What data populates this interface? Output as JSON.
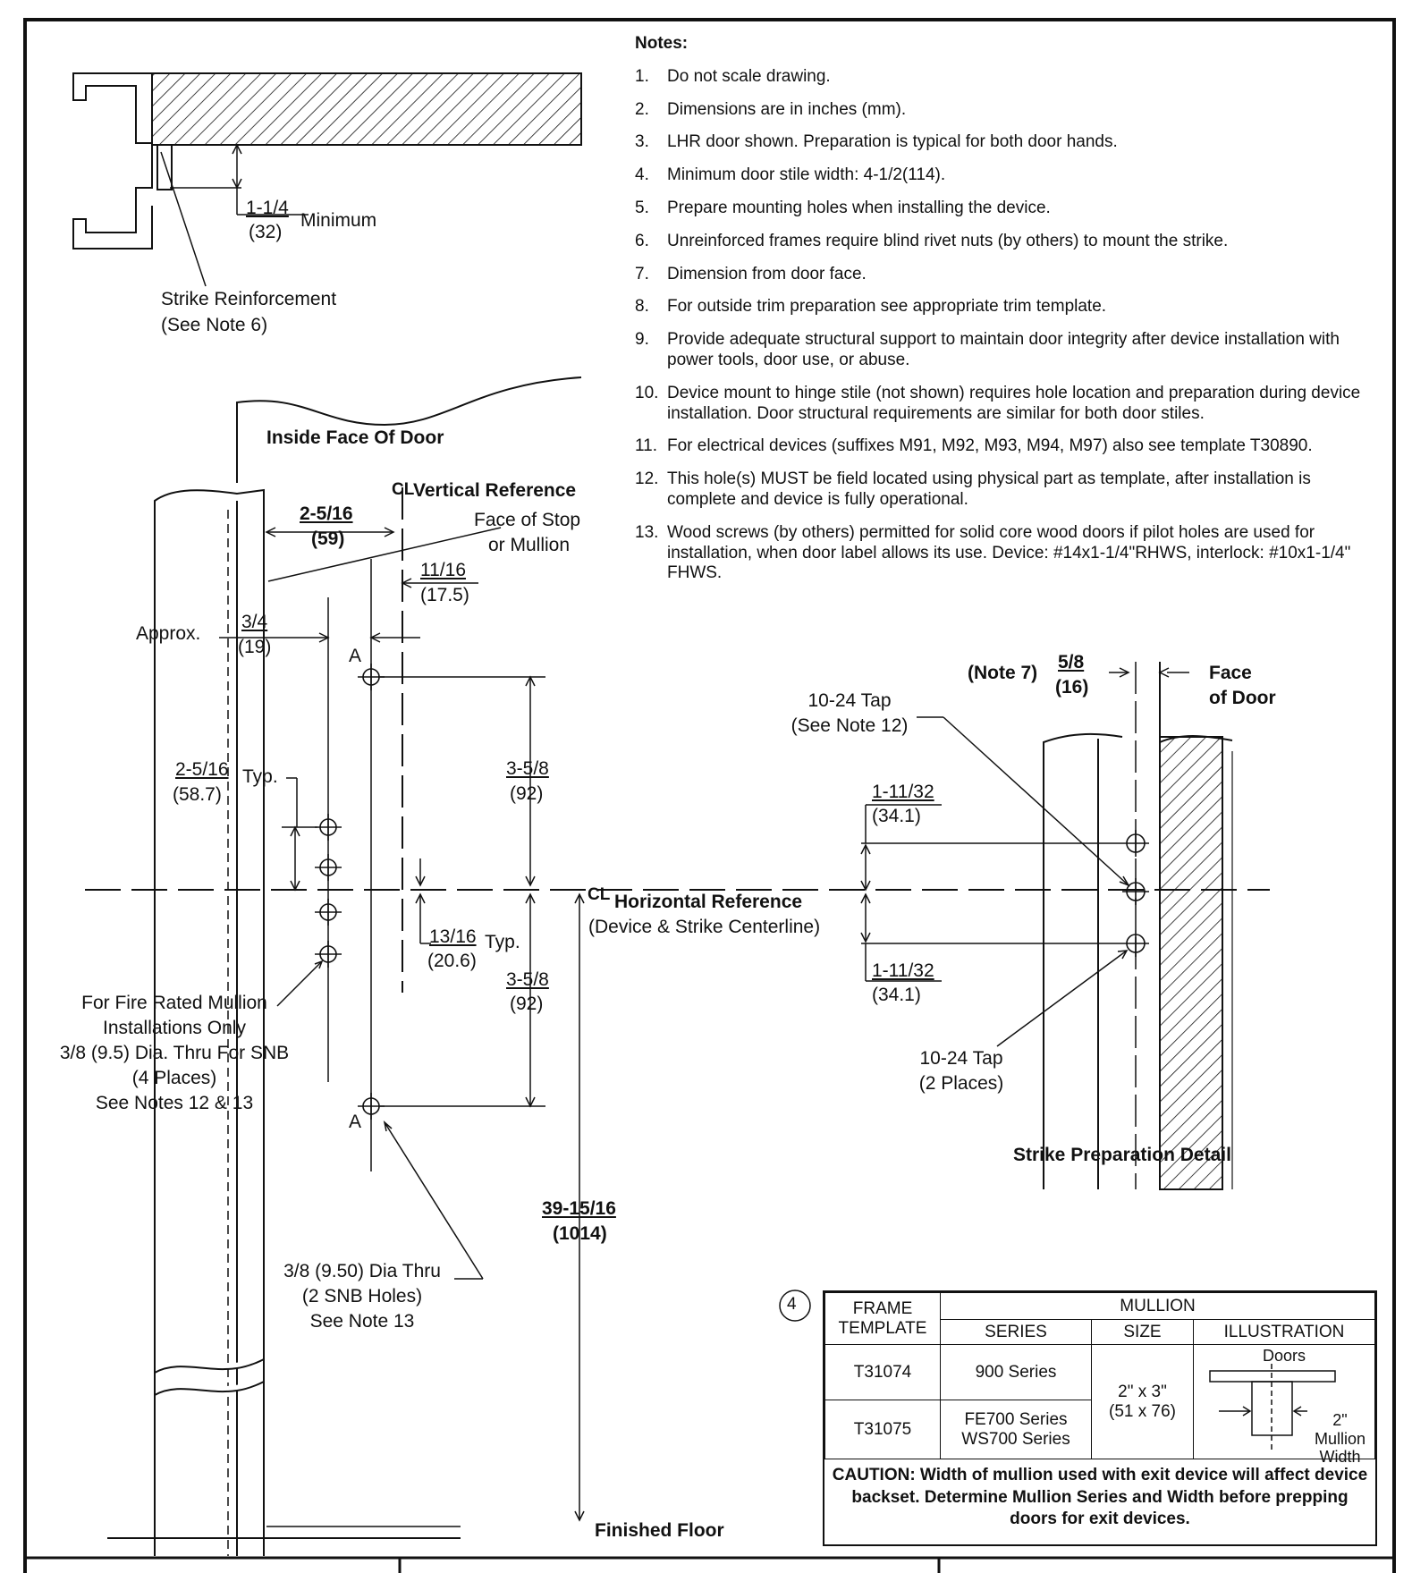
{
  "reinforcement": {
    "dim_in": "1-1/4",
    "dim_mm": "(32)",
    "min_label": "Minimum",
    "label_1": "Strike Reinforcement",
    "label_2": "(See Note 6)"
  },
  "notes": {
    "title": "Notes:",
    "items": [
      {
        "num": "1.",
        "text": "Do not scale drawing."
      },
      {
        "num": "2.",
        "text": "Dimensions are in inches (mm)."
      },
      {
        "num": "3.",
        "text": "LHR door shown. Preparation is typical for both door hands."
      },
      {
        "num": "4.",
        "text": "Minimum door stile width: 4-1/2(114)."
      },
      {
        "num": "5.",
        "text": "Prepare mounting holes when installing the device."
      },
      {
        "num": "6.",
        "text": "Unreinforced frames require blind rivet nuts (by others) to mount the strike."
      },
      {
        "num": "7.",
        "text": "Dimension from door face."
      },
      {
        "num": "8.",
        "text": "For outside trim preparation see appropriate trim template."
      },
      {
        "num": "9.",
        "text": "Provide adequate structural support to maintain door integrity after device installation with power tools, door use, or abuse."
      },
      {
        "num": "10.",
        "text": "Device mount to hinge stile (not shown) requires hole location and preparation during device installation. Door structural requirements are similar for both door stiles."
      },
      {
        "num": "11.",
        "text": "For electrical devices (suffixes M91, M92, M93, M94, M97) also see template T30890."
      },
      {
        "num": "12.",
        "text": "This hole(s) MUST be field located using physical part as template, after installation is complete and device is fully operational."
      },
      {
        "num": "13.",
        "text": "Wood screws (by others) permitted for solid core wood doors if pilot holes are used for installation, when door label allows its use. Device: #14x1-1/4\"RHWS, interlock: #10x1-1/4\" FHWS."
      }
    ]
  },
  "elevation": {
    "inside_face": "Inside Face Of Door",
    "vert_ref": "Vertical Reference",
    "cl_symbol": "CL",
    "dim_2516": "2-5/16",
    "dim_59": "(59)",
    "face_stop_1": "Face of Stop",
    "face_stop_2": "or Mullion",
    "dim_1116": "11/16",
    "dim_175": "(17.5)",
    "approx": "Approx.",
    "dim_34": "3/4",
    "dim_19": "(19)",
    "label_a_top": "A",
    "label_a_bottom": "A",
    "dim_2516b": "2-5/16",
    "typ": "Typ.",
    "dim_587": "(58.7)",
    "dim_358_top": "3-5/8",
    "dim_92_top": "(92)",
    "horiz_ref": "Horizontal Reference",
    "horiz_ref_sub": "(Device & Strike Centerline)",
    "dim_1316": "13/16",
    "typ2": "Typ.",
    "dim_206": "(20.6)",
    "dim_358_bot": "3-5/8",
    "dim_92_bot": "(92)",
    "fire_1": "For Fire Rated Mullion",
    "fire_2": "Installations Only",
    "fire_3": "3/8 (9.5) Dia. Thru For SNB",
    "fire_4": "(4 Places)",
    "fire_5": "See Notes 12 & 13",
    "dim_total": "39-15/16",
    "dim_total_mm": "(1014)",
    "snb_1": "3/8 (9.50) Dia Thru",
    "snb_2": "(2 SNB Holes)",
    "snb_3": "See Note 13",
    "finished_floor": "Finished Floor"
  },
  "strike_detail": {
    "note7": "(Note 7)",
    "dim_58": "5/8",
    "dim_16": "(16)",
    "face_1": "Face",
    "face_2": "of Door",
    "tap_top_1": "10-24 Tap",
    "tap_top_2": "(See Note 12)",
    "dim_11132_top": "1-11/32",
    "dim_341_top": "(34.1)",
    "dim_11132_bot": "1-11/32",
    "dim_341_bot": "(34.1)",
    "tap_bot_1": "10-24 Tap",
    "tap_bot_2": "(2 Places)",
    "title": "Strike Preparation Detail"
  },
  "mullion_table": {
    "circle_num": "4",
    "h_frame_1": "FRAME",
    "h_frame_2": "TEMPLATE",
    "h_mullion": "MULLION",
    "h_series": "SERIES",
    "h_size": "SIZE",
    "h_illustration": "ILLUSTRATION",
    "rows": [
      {
        "template": "T31074",
        "series_1": "900 Series",
        "series_2": ""
      },
      {
        "template": "T31075",
        "series_1": "FE700 Series",
        "series_2": "WS700 Series"
      }
    ],
    "size_1": "2\" x 3\"",
    "size_2": "(51 x 76)",
    "illus_doors": "Doors",
    "illus_2in": "2\"",
    "illus_mullion": "Mullion",
    "illus_width": "Width",
    "caution": "CAUTION: Width of mullion used with exit device will affect device backset. Determine Mullion Series and Width before prepping doors for exit devices."
  }
}
